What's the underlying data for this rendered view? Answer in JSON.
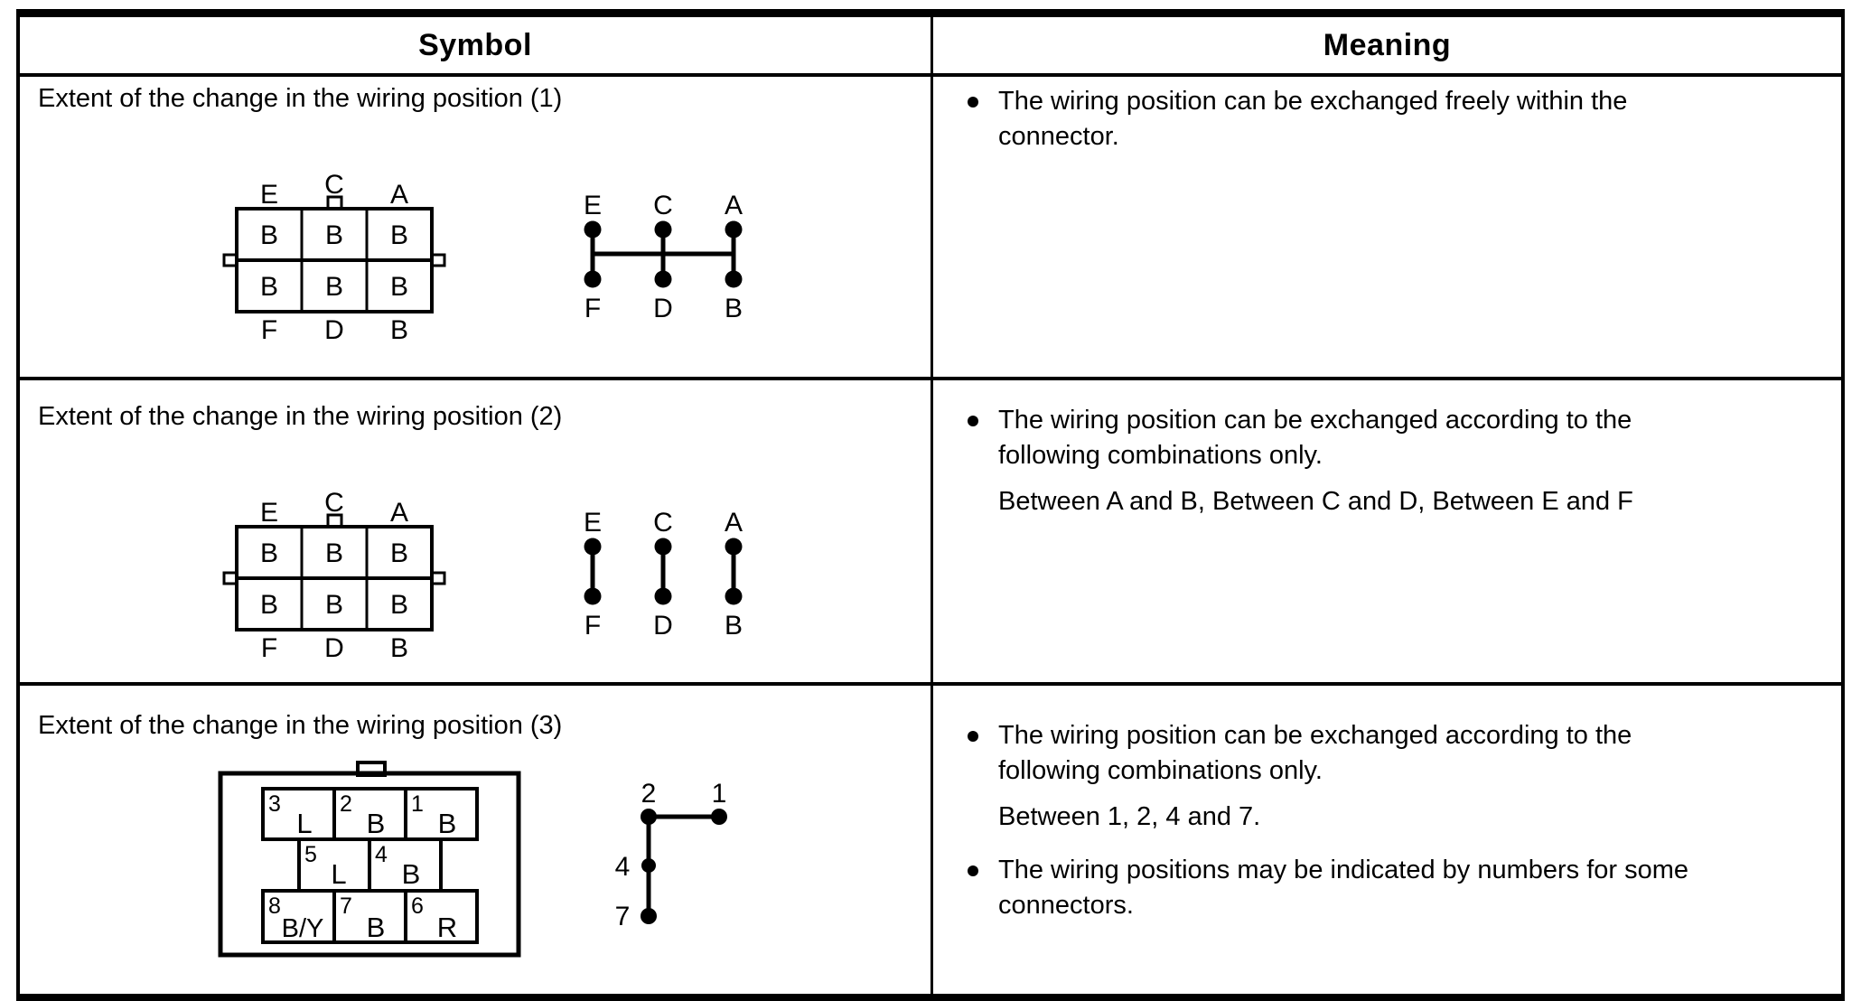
{
  "colors": {
    "ink": "#000000",
    "paper": "#ffffff"
  },
  "header": {
    "symbol_label": "Symbol",
    "meaning_label": "Meaning"
  },
  "rows": [
    {
      "title": "Extent of the change in the wiring position (1)",
      "connector": {
        "top_labels": [
          "E",
          "C",
          "A"
        ],
        "bottom_labels": [
          "F",
          "D",
          "B"
        ],
        "cells": [
          [
            "B",
            "B",
            "B"
          ],
          [
            "B",
            "B",
            "B"
          ]
        ]
      },
      "symbol": {
        "top_labels": [
          "E",
          "C",
          "A"
        ],
        "bottom_labels": [
          "F",
          "D",
          "B"
        ],
        "connected": "all"
      },
      "meaning": [
        "The wiring position can be exchanged freely within the connector."
      ]
    },
    {
      "title": "Extent of the change in the wiring position (2)",
      "connector": {
        "top_labels": [
          "E",
          "C",
          "A"
        ],
        "bottom_labels": [
          "F",
          "D",
          "B"
        ],
        "cells": [
          [
            "B",
            "B",
            "B"
          ],
          [
            "B",
            "B",
            "B"
          ]
        ]
      },
      "symbol": {
        "top_labels": [
          "E",
          "C",
          "A"
        ],
        "bottom_labels": [
          "F",
          "D",
          "B"
        ],
        "connected": "pairs"
      },
      "meaning": [
        "The wiring position can be exchanged according to the following combinations only.",
        "Between A and B, Between C and D, Between E and F"
      ]
    },
    {
      "title": "Extent of the change in the wiring position (3)",
      "connector": {
        "grid": [
          [
            {
              "num": "3",
              "code": "L"
            },
            {
              "num": "2",
              "code": "B"
            },
            {
              "num": "1",
              "code": "B"
            }
          ],
          [
            {
              "num": "5",
              "code": "L"
            },
            {
              "num": "4",
              "code": "B"
            }
          ],
          [
            {
              "num": "8",
              "code": "B/Y"
            },
            {
              "num": "7",
              "code": "B"
            },
            {
              "num": "6",
              "code": "R"
            }
          ]
        ]
      },
      "symbol": {
        "top_left": "2",
        "top_right": "1",
        "middle": "4",
        "bottom": "7"
      },
      "meaning": [
        "The wiring position can be exchanged according to the following combinations only.",
        "Between 1, 2, 4 and 7.",
        "The wiring positions may be indicated by numbers for some connectors."
      ]
    }
  ]
}
